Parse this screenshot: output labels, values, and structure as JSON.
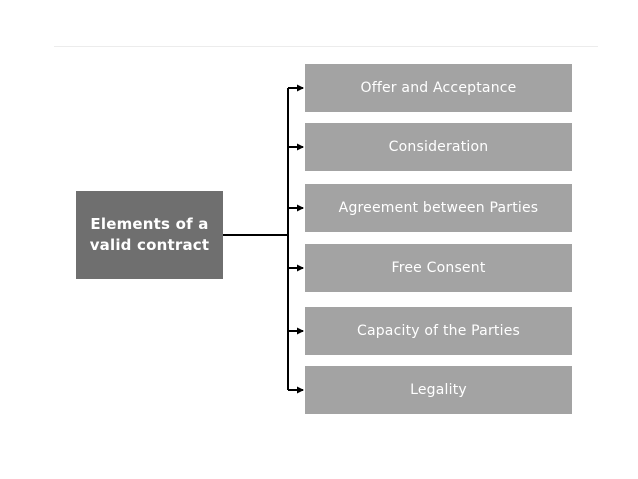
{
  "diagram": {
    "root": {
      "lines": [
        "Elements of a",
        "valid contract"
      ]
    },
    "items": [
      {
        "label": "Offer and Acceptance"
      },
      {
        "label": "Consideration"
      },
      {
        "label": "Agreement between Parties"
      },
      {
        "label": "Free Consent"
      },
      {
        "label": "Capacity of the Parties"
      },
      {
        "label": "Legality"
      }
    ],
    "colors": {
      "root_fill": "#6f6f6f",
      "item_fill": "#a3a3a3",
      "connector": "#000000",
      "text": "#ffffff"
    }
  }
}
